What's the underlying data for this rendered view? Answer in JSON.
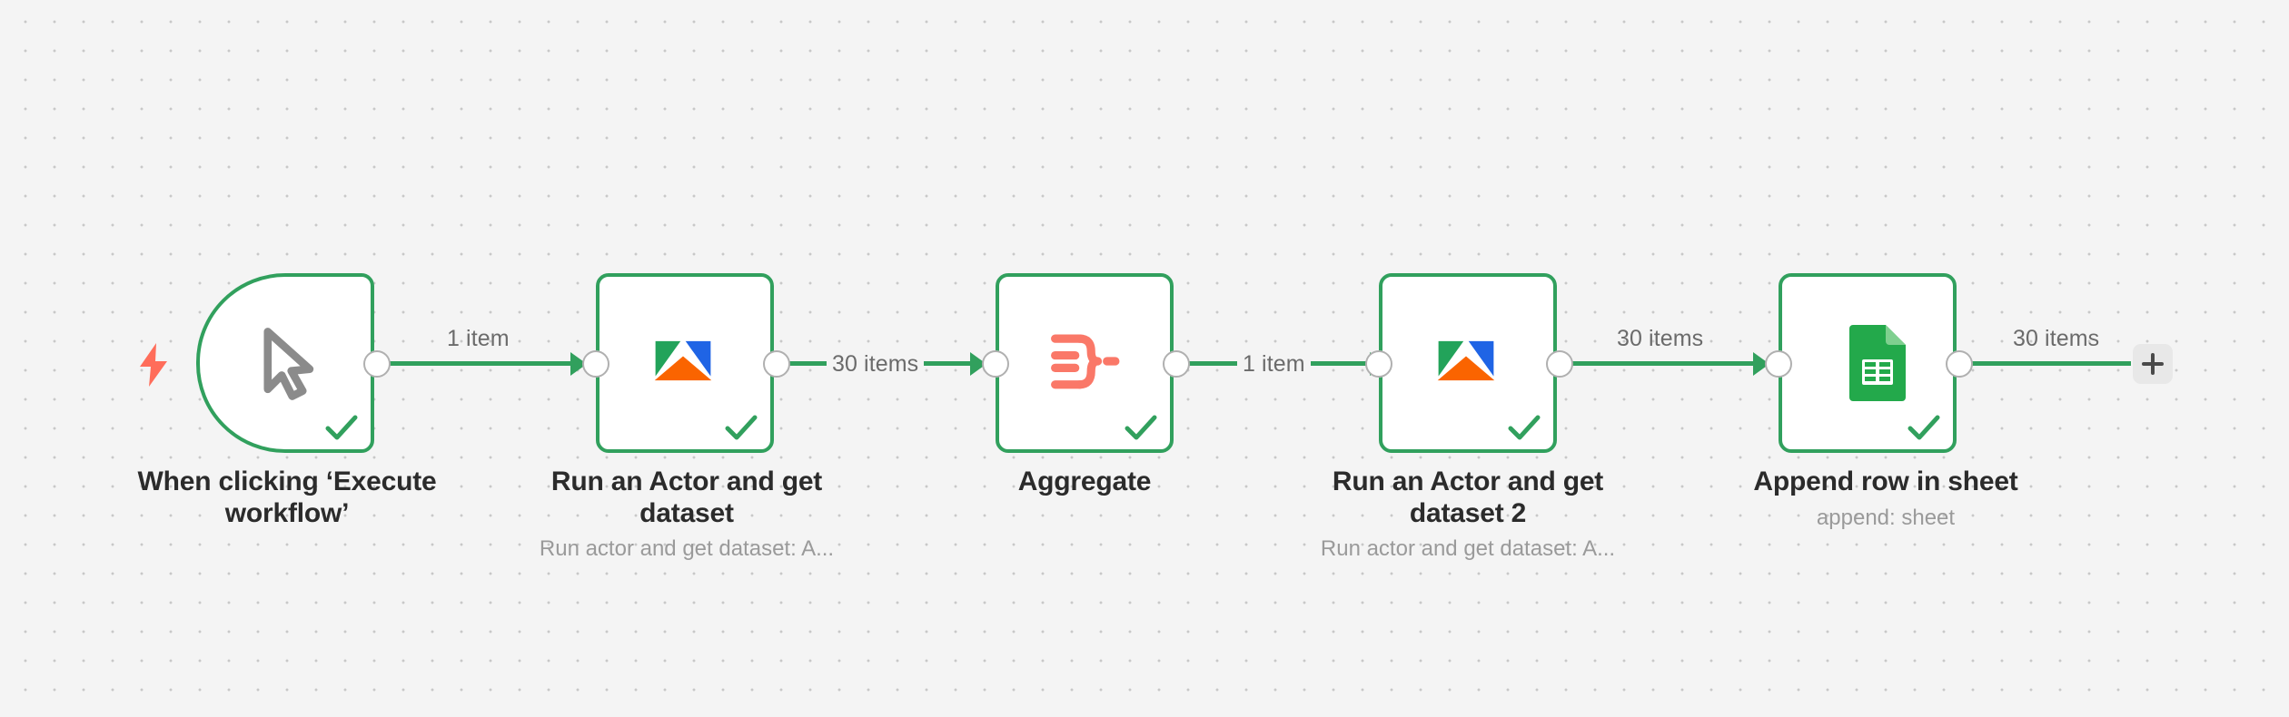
{
  "canvas": {
    "background_color": "#f4f4f4",
    "grid_dot_color": "#c8c8c8",
    "accent_color": "#31a05d",
    "trigger_bolt_color": "#ff6d5a"
  },
  "nodes": [
    {
      "id": "trigger",
      "name": "When clicking 'Execute workflow'",
      "title_line1": "When clicking ‘Execute",
      "title_line2": "workflow’",
      "subtitle": "",
      "icon": "cursor-arrow-icon",
      "status": "success",
      "type": "manual-trigger"
    },
    {
      "id": "apify-1",
      "name": "Run an Actor and get dataset",
      "title_line1": "Run an Actor and get",
      "title_line2": "dataset",
      "subtitle": "Run actor and get dataset: A...",
      "icon": "apify-icon",
      "status": "success",
      "type": "apify"
    },
    {
      "id": "aggregate",
      "name": "Aggregate",
      "title_line1": "Aggregate",
      "title_line2": "",
      "subtitle": "",
      "icon": "aggregate-icon",
      "status": "success",
      "type": "aggregate"
    },
    {
      "id": "apify-2",
      "name": "Run an Actor and get dataset 2",
      "title_line1": "Run an Actor and get",
      "title_line2": "dataset 2",
      "subtitle": "Run actor and get dataset: A...",
      "icon": "apify-icon",
      "status": "success",
      "type": "apify"
    },
    {
      "id": "google-sheets",
      "name": "Append row in sheet",
      "title_line1": "Append row in sheet",
      "title_line2": "",
      "subtitle": "append: sheet",
      "icon": "google-sheets-icon",
      "status": "success",
      "type": "google-sheets"
    }
  ],
  "connections": [
    {
      "id": "c1",
      "from": "trigger",
      "to": "apify-1",
      "label": "1 item",
      "label_position": "above"
    },
    {
      "id": "c2",
      "from": "apify-1",
      "to": "aggregate",
      "label": "30 items",
      "label_position": "inline"
    },
    {
      "id": "c3",
      "from": "aggregate",
      "to": "apify-2",
      "label": "1 item",
      "label_position": "inline"
    },
    {
      "id": "c4",
      "from": "apify-2",
      "to": "google-sheets",
      "label": "30 items",
      "label_position": "above"
    },
    {
      "id": "c5",
      "from": "google-sheets",
      "to": "add-node",
      "label": "30 items",
      "label_position": "above"
    }
  ],
  "add_node_button": {
    "label": "+",
    "icon": "plus-icon"
  }
}
